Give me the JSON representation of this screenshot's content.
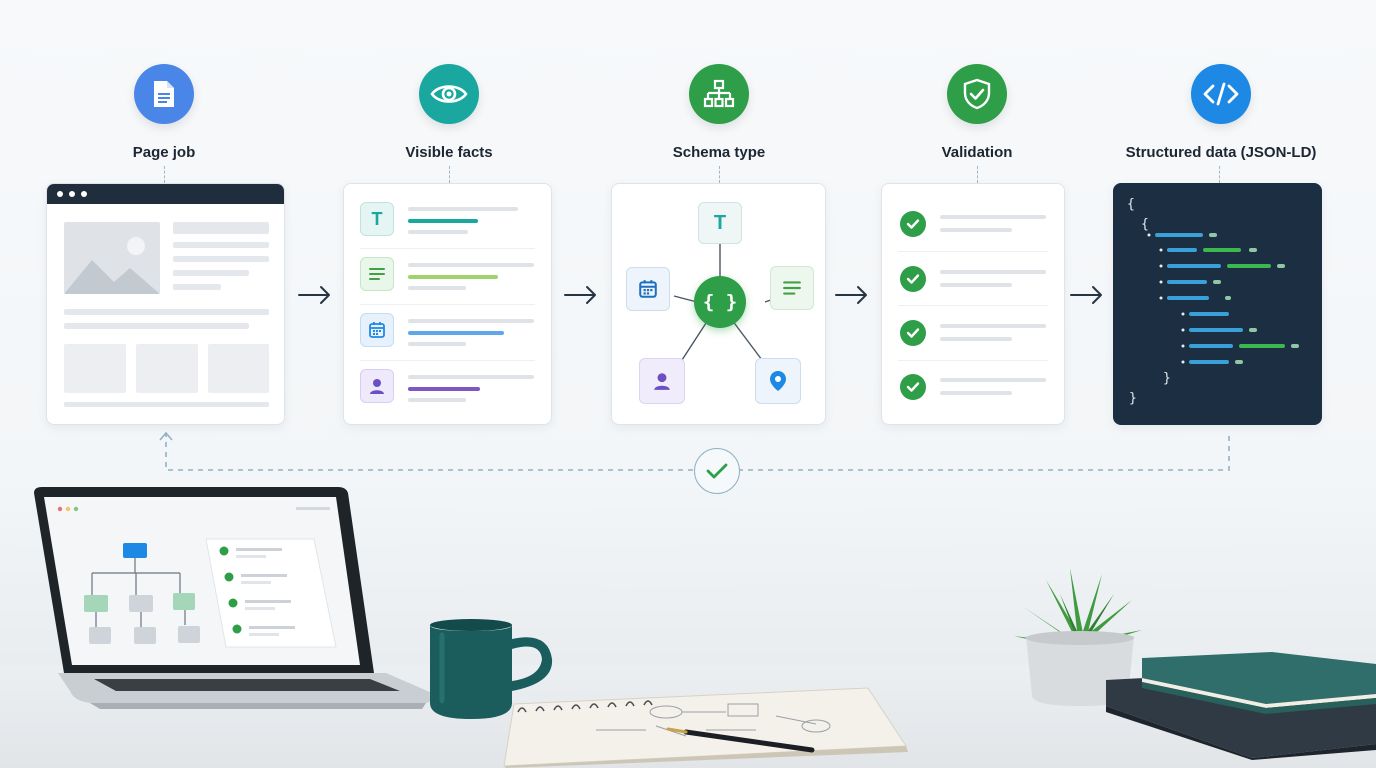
{
  "stages": [
    {
      "label": "Page job",
      "icon": "document-icon",
      "color": "#4a86e8"
    },
    {
      "label": "Visible facts",
      "icon": "eye-icon",
      "color": "#19a7a0"
    },
    {
      "label": "Schema type",
      "icon": "hierarchy-icon",
      "color": "#2e9e48"
    },
    {
      "label": "Validation",
      "icon": "shield-check-icon",
      "color": "#2e9e48"
    },
    {
      "label": "Structured data (JSON-LD)",
      "icon": "code-icon",
      "color": "#1e88e5"
    }
  ],
  "visible_facts": {
    "rows": [
      {
        "icon": "text-icon",
        "glyph": "T",
        "color": "#19a7a0"
      },
      {
        "icon": "lines-icon",
        "color": "#43a047"
      },
      {
        "icon": "calendar-icon",
        "color": "#1e88e5"
      },
      {
        "icon": "person-icon",
        "color": "#6d4fc2"
      }
    ]
  },
  "schema_type": {
    "center_glyph": "{ }",
    "text_node_glyph": "T"
  },
  "code": {
    "lines": [
      "{",
      "{",
      "}",
      "}"
    ]
  },
  "colors": {
    "code_bg": "#1c2e42",
    "check_green": "#2e9e48",
    "dashed_loop": "#8fb2c6"
  }
}
